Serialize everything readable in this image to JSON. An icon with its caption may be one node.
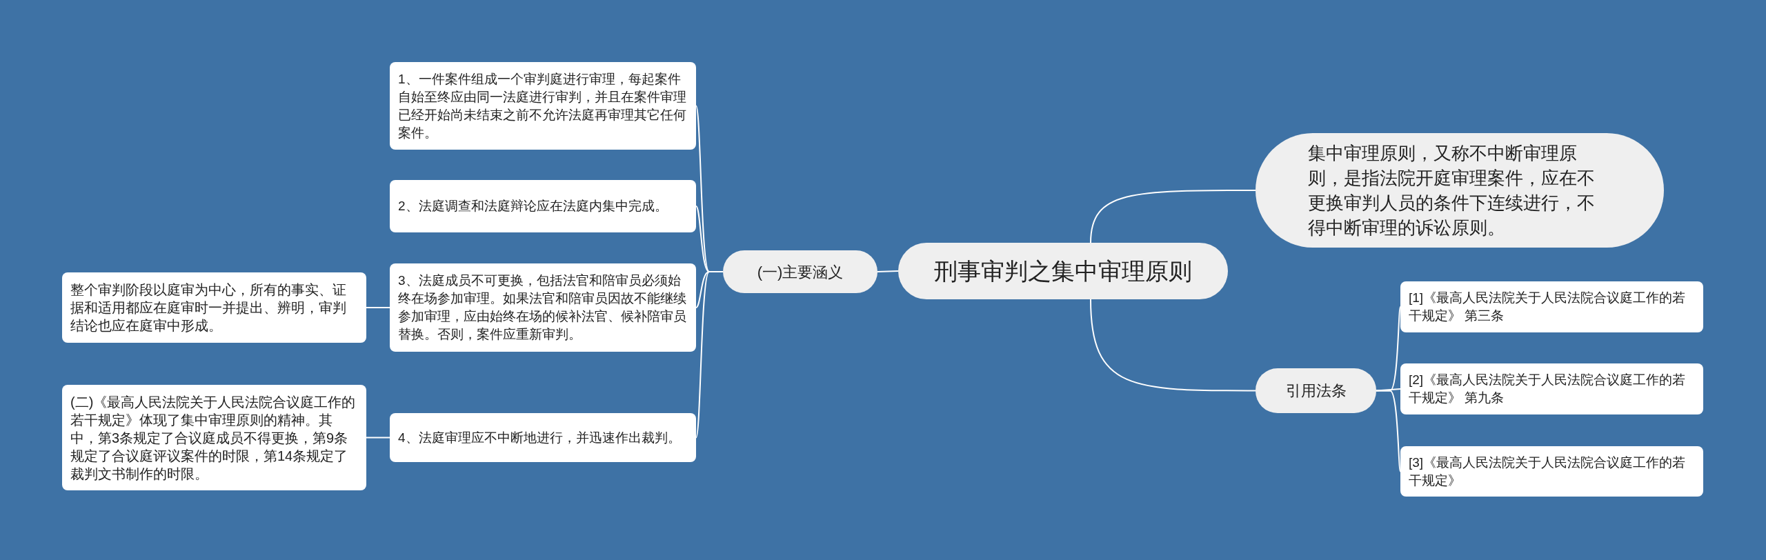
{
  "diagram": {
    "nodes": [
      {
        "text": [
          "刑事审判之集中审理原则"
        ]
      },
      {
        "text": [
          "(一)主要涵义"
        ]
      },
      {
        "text": [
          "1、一件案件组成一个审判庭进行审理，每起案件自始至终应由同一法庭进行审判，并且在案件审理已经开始尚未结束之前不允许法庭再审理其它任何案件。"
        ]
      },
      {
        "text": [
          "2、法庭调查和法庭辩论应在法庭内集中完成。"
        ]
      },
      {
        "text": [
          "3、法庭成员不可更换，包括法官和陪审员必须始终在场参加审理。如果法官和陪审员因故不能继续参加审理，应由始终在场的候补法官、候补陪审员替换。否则，案件应重新审判。"
        ]
      },
      {
        "text": [
          "整个审判阶段以庭审为中心，所有的事实、证据和适用都应在庭审时一并提出、辨明，审判结论也应在庭审中形成。"
        ]
      },
      {
        "text": [
          "4、法庭审理应不中断地进行，并迅速作出裁判。"
        ]
      },
      {
        "text": [
          "(二)《最高人民法院关于人民法院合议庭工作的若干规定》体现了集中审理原则的精神。其中，第3条规定了合议庭成员不得更换，第9条规定了合议庭评议案件的时限，第14条规定了裁判文书制作的时限。"
        ]
      },
      {
        "text": [
          "集中审理原则，又称不中断审理原则，是指法院开庭审理案件，应在不更换审判人员的条件下连续进行，不得中断审理的诉讼原则。"
        ]
      },
      {
        "text": [
          "引用法条"
        ]
      },
      {
        "text": [
          "[1]《最高人民法院关于人民法院合议庭工作的若干规定》 第三条"
        ]
      },
      {
        "text": [
          "[2]《最高人民法院关于人民法院合议庭工作的若干规定》 第九条"
        ]
      },
      {
        "text": [
          "[3]《最高人民法院关于人民法院合议庭工作的若干规定》"
        ]
      }
    ],
    "edges": [
      {
        "from": 0,
        "to": 1,
        "arrow": "none"
      },
      {
        "from": 1,
        "to": 2,
        "arrow": "none"
      },
      {
        "from": 1,
        "to": 3,
        "arrow": "none"
      },
      {
        "from": 1,
        "to": 4,
        "arrow": "none"
      },
      {
        "from": 1,
        "to": 6,
        "arrow": "none"
      },
      {
        "from": 4,
        "to": 5,
        "arrow": "none"
      },
      {
        "from": 6,
        "to": 7,
        "arrow": "none"
      },
      {
        "from": 0,
        "to": 8,
        "arrow": "none"
      },
      {
        "from": 0,
        "to": 9,
        "arrow": "none"
      },
      {
        "from": 9,
        "to": 10,
        "arrow": "none"
      },
      {
        "from": 9,
        "to": 11,
        "arrow": "none"
      },
      {
        "from": 9,
        "to": 12,
        "arrow": "none"
      }
    ]
  }
}
